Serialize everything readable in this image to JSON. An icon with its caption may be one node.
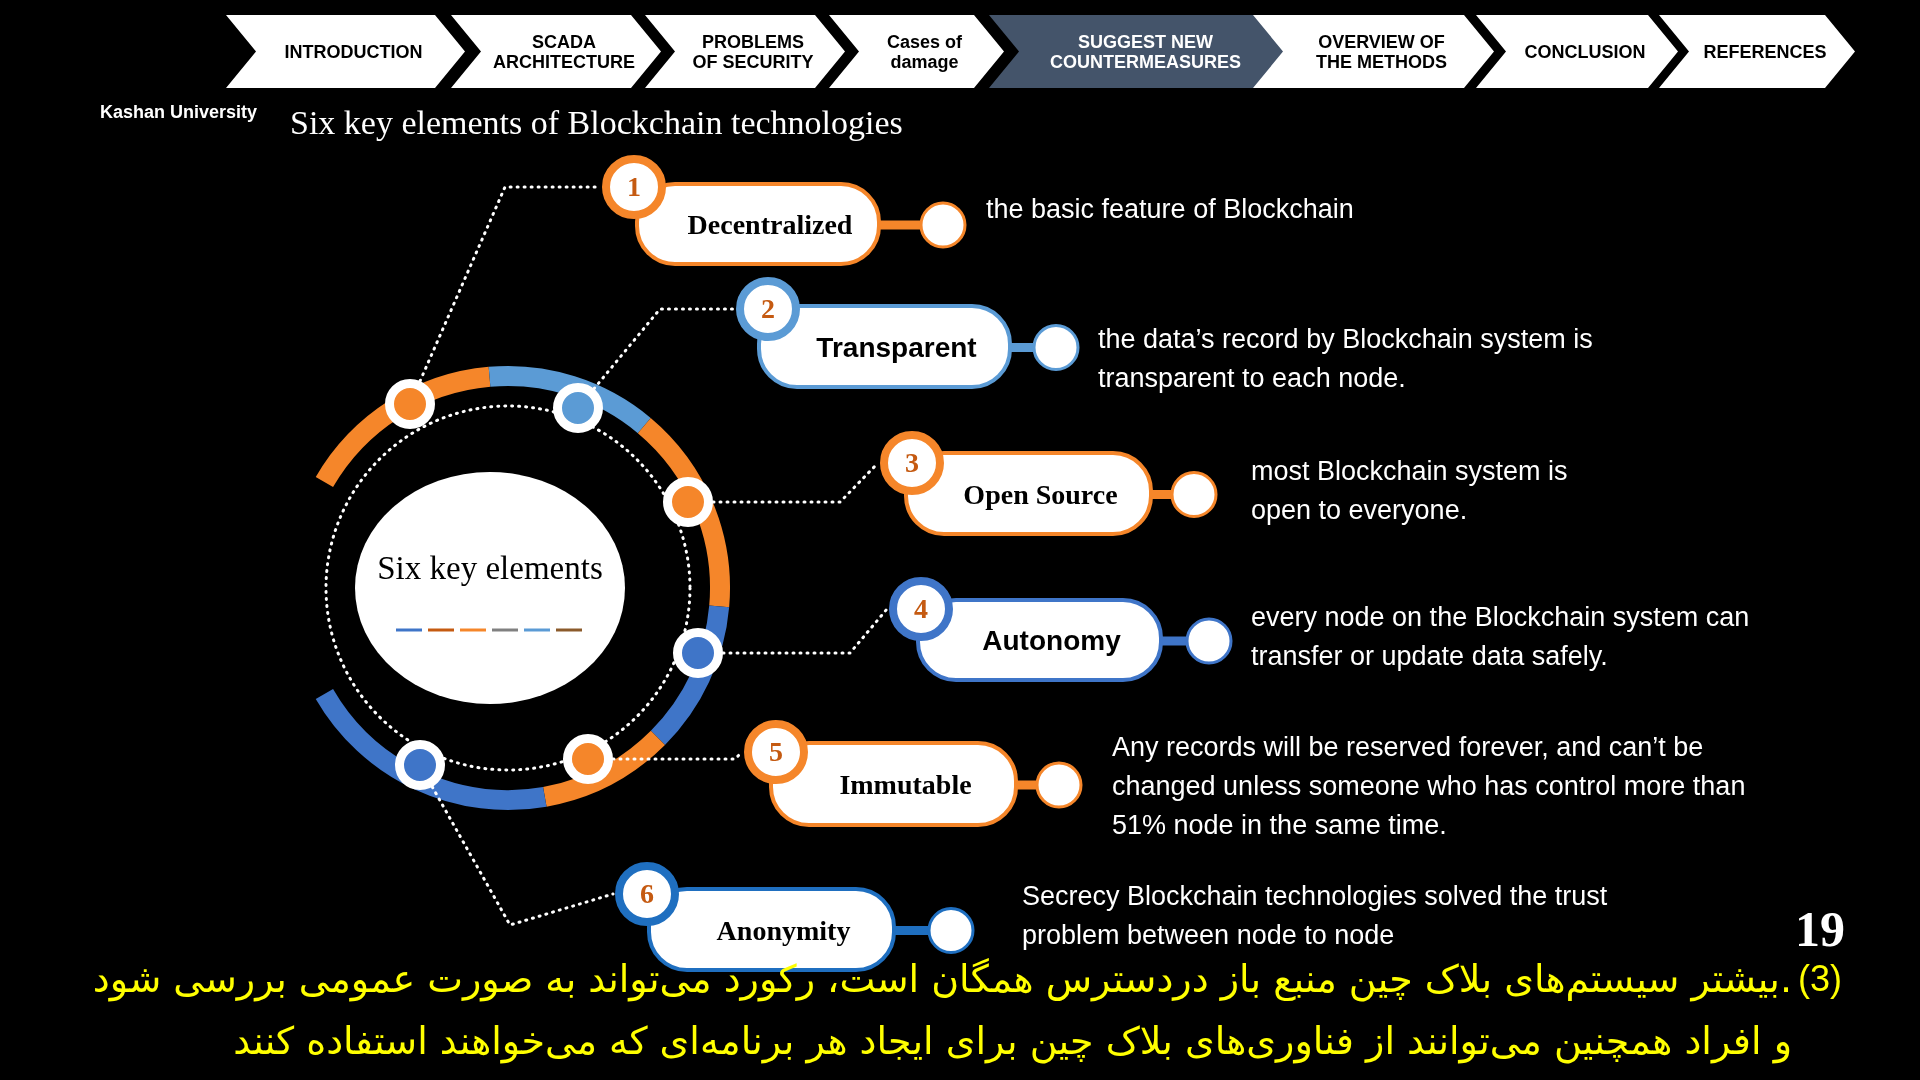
{
  "diagram": {
    "title": "Six key elements of Blockchain technologies",
    "nodes": [
      {
        "text": [
          "INTRODUCTION"
        ]
      },
      {
        "text": [
          "SCADA ARCHITECTURE"
        ]
      },
      {
        "text": [
          "PROBLEMS OF SECURITY"
        ]
      },
      {
        "text": [
          "Cases of damage"
        ]
      },
      {
        "text": [
          "SUGGEST NEW COUNTERMEASURES"
        ]
      },
      {
        "text": [
          "OVERVIEW OF THE METHODS"
        ]
      },
      {
        "text": [
          "CONCLUSION"
        ]
      },
      {
        "text": [
          "REFERENCES"
        ]
      },
      {
        "text": [
          "Six key elements"
        ]
      },
      {
        "text": [
          "1",
          "Decentralized"
        ],
        "beside": [
          "the basic feature of Blockchain"
        ]
      },
      {
        "text": [
          "2",
          "Transparent"
        ],
        "beside": [
          "the data’s record by Blockchain system is transparent to each node."
        ]
      },
      {
        "text": [
          "3",
          "Open Source"
        ],
        "beside": [
          "most Blockchain system is open to everyone."
        ]
      },
      {
        "text": [
          "4",
          "Autonomy"
        ],
        "beside": [
          "every node on the Blockchain system can transfer or update data safely."
        ]
      },
      {
        "text": [
          "5",
          "Immutable"
        ],
        "beside": [
          "Any records will be reserved forever, and can’t be changed unless someone who has control more than 51% node in the same time."
        ]
      },
      {
        "text": [
          "6",
          "Anonymity"
        ],
        "beside": [
          "Secrecy Blockchain technologies solved the trust problem between node to node"
        ]
      },
      {
        "text": [],
        "shape": "circle"
      },
      {
        "text": [],
        "shape": "circle"
      },
      {
        "text": [],
        "shape": "circle"
      },
      {
        "text": [],
        "shape": "circle"
      },
      {
        "text": [],
        "shape": "circle"
      },
      {
        "text": [],
        "shape": "circle"
      }
    ],
    "edges": [
      {
        "from": 15,
        "to": 9,
        "arrow": "none"
      },
      {
        "from": 16,
        "to": 10,
        "arrow": "none"
      },
      {
        "from": 17,
        "to": 11,
        "arrow": "none"
      },
      {
        "from": 18,
        "to": 12,
        "arrow": "none"
      },
      {
        "from": 19,
        "to": 13,
        "arrow": "none"
      },
      {
        "from": 20,
        "to": 14,
        "arrow": "none"
      }
    ],
    "labels": [
      "Kashan University",
      "19",
      "(3)",
      ".بیشتر سیستم‌های بلاک چین منبع باز دردسترس همگان است، رکورد می‌تواند به صورت عمومی بررسی شود و افراد همچنین می‌توانند از فناوری‌های بلاک چین برای ایجاد هر برنامه‌ای که می‌خواهند استفاده کنند"
    ]
  }
}
